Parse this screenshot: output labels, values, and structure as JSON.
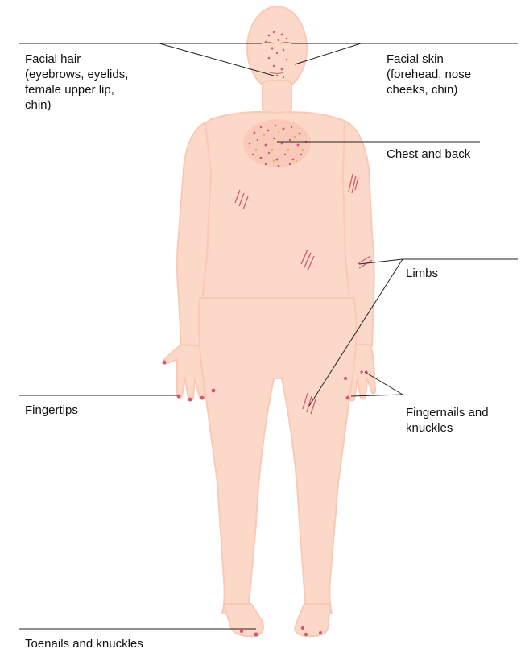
{
  "labels": {
    "facial_hair": [
      "Facial hair",
      "(eyebrows, eyelids,",
      "female upper lip,",
      "chin)"
    ],
    "facial_skin": [
      "Facial skin",
      "(forehead, nose",
      "cheeks, chin)"
    ],
    "chest_back": "Chest and back",
    "limbs": "Limbs",
    "fingertips": "Fingertips",
    "fingernails_knuckles": [
      "Fingernails and",
      "knuckles"
    ],
    "toenails_knuckles": "Toenails and knuckles"
  },
  "colors": {
    "skin": "#fcd8c8",
    "skin_outline": "#f9c9b6",
    "lesion": "#d9576e",
    "leader_line": "#222222"
  }
}
